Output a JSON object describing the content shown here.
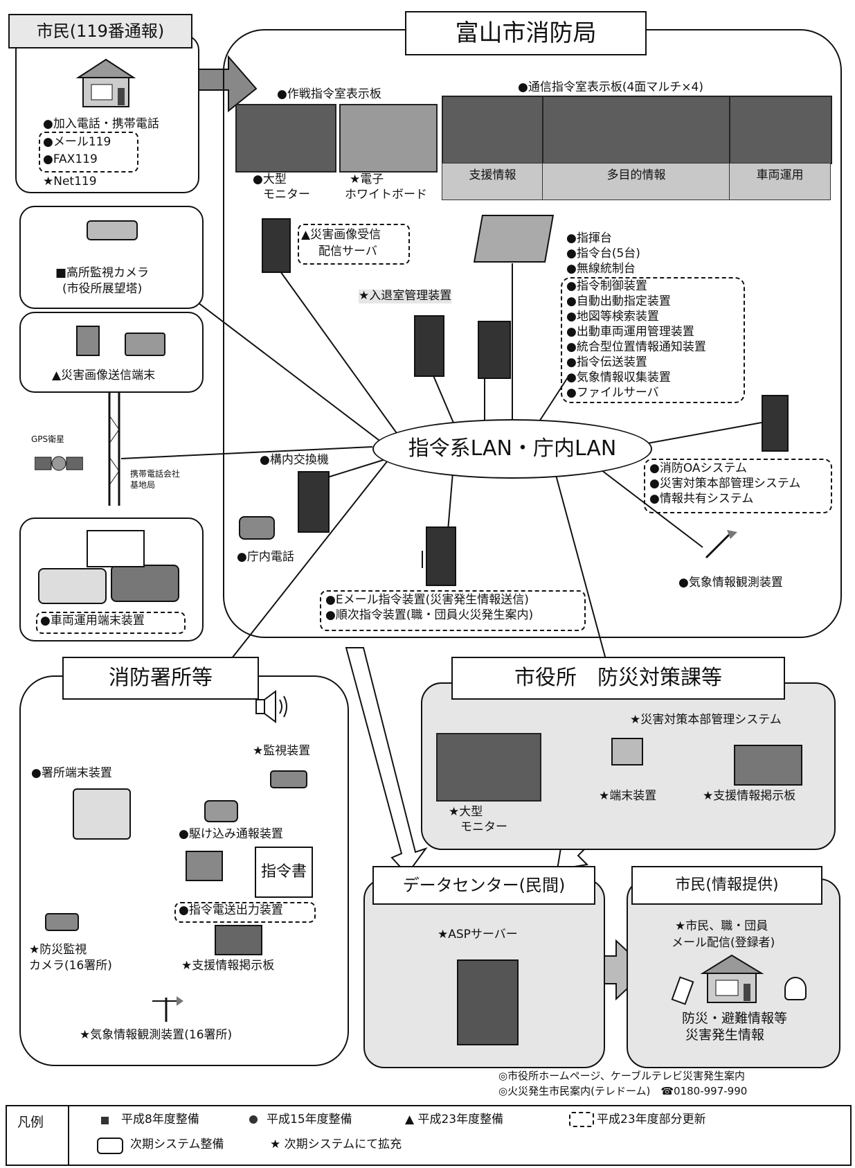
{
  "citizen119": {
    "title": "市民(119番通報)",
    "phone": "●加入電話・携帯電話",
    "mail": "●メール119",
    "fax": "●FAX119",
    "net": "★Net119"
  },
  "hq": {
    "title": "富山市消防局",
    "ops_board": "●作戦指令室表示板",
    "comm_board": "●通信指令室表示板(4面マルチ×4)",
    "big_monitor": [
      "●大型",
      "モニター"
    ],
    "whiteboard": [
      "★電子",
      "ホワイトボード"
    ],
    "screen_labels": [
      "支援情報",
      "多目的情報",
      "車両運用"
    ],
    "image_server": [
      "▲災害画像受信",
      "配信サーバ"
    ],
    "access_control": "★入退室管理装置",
    "consoles": [
      "●指揮台",
      "●指令台(5台)",
      "●無線統制台"
    ],
    "dispatch_systems": [
      "●指令制御装置",
      "●自動出動指定装置",
      "●地図等検索装置",
      "●出動車両運用管理装置",
      "●統合型位置情報通知装置",
      "●指令伝送装置",
      "●気象情報収集装置",
      "●ファイルサーバ"
    ],
    "lan": "指令系LAN・庁内LAN",
    "pbx": "●構内交換機",
    "internal_phone": "●庁内電話",
    "oa_systems": [
      "●消防OAシステム",
      "●災害対策本部管理システム",
      "●情報共有システム"
    ],
    "email_dispatch": [
      "●Eメール指令装置(災害発生情報送信)",
      "●順次指令装置(職・団員火災発生案内)"
    ],
    "weather_obs": "●気象情報観測装置"
  },
  "left": {
    "camera": [
      "■高所監視カメラ",
      "(市役所展望塔)"
    ],
    "image_terminal": "▲災害画像送信端末",
    "gps": "GPS衛星",
    "base_station": [
      "携帯電話会社",
      "基地局"
    ],
    "vehicle_terminal": "●車両運用端末装置"
  },
  "station": {
    "title": "消防署所等",
    "monitor": "★監視装置",
    "terminal": "●署所端末装置",
    "rush_report": "●駆け込み通報装置",
    "order_sheet": "指令書",
    "order_output": "●指令電送出力装置",
    "support_board": "★支援情報掲示板",
    "disaster_camera": [
      "★防災監視",
      "カメラ(16署所)"
    ],
    "weather_obs": "★気象情報観測装置(16署所)"
  },
  "cityhall": {
    "title": "市役所　防災対策課等",
    "mgmt_system": "★災害対策本部管理システム",
    "big_monitor": [
      "★大型",
      "モニター"
    ],
    "terminal": "★端末装置",
    "support_board": "★支援情報掲示板"
  },
  "datacenter": {
    "title": "データセンター(民間)",
    "asp": "★ASPサーバー"
  },
  "citizen_info": {
    "title": "市民(情報提供)",
    "mail_line1": "★市民、職・団員",
    "mail_line2": "メール配信(登録者)",
    "info": [
      "防災・避難情報等",
      "災害発生情報"
    ]
  },
  "footnotes": [
    "◎市役所ホームページ、ケーブルテレビ災害発生案内",
    "◎火災発生市民案内(テレドーム)　☎0180-997-990"
  ],
  "legend": {
    "title": "凡例",
    "h8": "平成8年度整備",
    "h15": "平成15年度整備",
    "h23": "▲ 平成23年度整備",
    "h23_partial": "平成23年度部分更新",
    "next": "次期システム整備",
    "next_expand": "★ 次期システムにて拡充"
  }
}
